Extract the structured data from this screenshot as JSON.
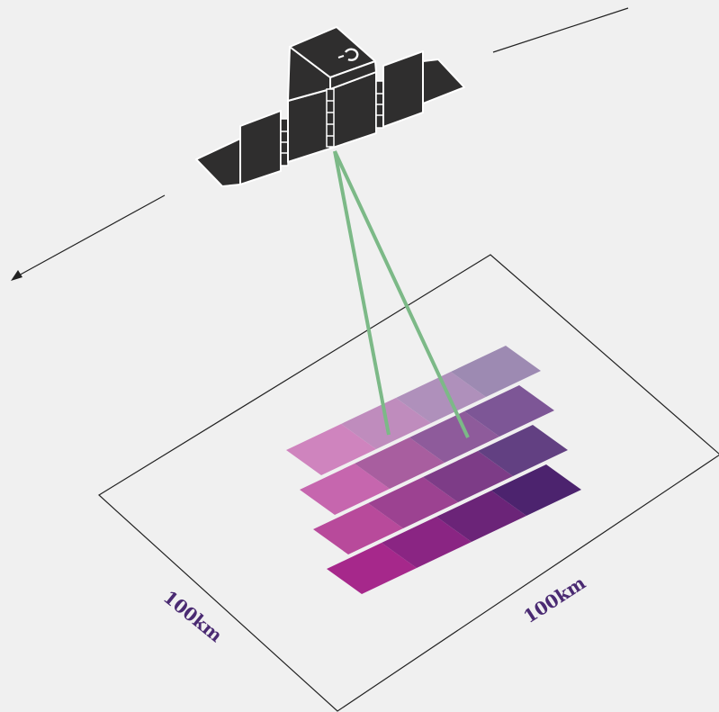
{
  "labels": {
    "left_dimension": "100km",
    "right_dimension": "100km"
  },
  "colors": {
    "background": "#f0f0f0",
    "satellite_body": "#2f2e2e",
    "satellite_outline": "#ffffff",
    "beam": "#7cb987",
    "frame_line": "#222222",
    "label_text": "#4a2a72"
  },
  "icons": {
    "satellite": "satellite-icon",
    "orbit_arrow": "arrow-icon"
  },
  "tiles": {
    "rows": 4,
    "cols": 4,
    "colors": [
      [
        "#cf84be",
        "#bf8cbd",
        "#af90bb",
        "#9d8ab2"
      ],
      [
        "#c666ae",
        "#a85e9f",
        "#8e5b9b",
        "#7d5696"
      ],
      [
        "#b84a9b",
        "#9c4291",
        "#7d3c87",
        "#624082"
      ],
      [
        "#a6288b",
        "#8a2583",
        "#6b2478",
        "#4c236e"
      ]
    ]
  }
}
